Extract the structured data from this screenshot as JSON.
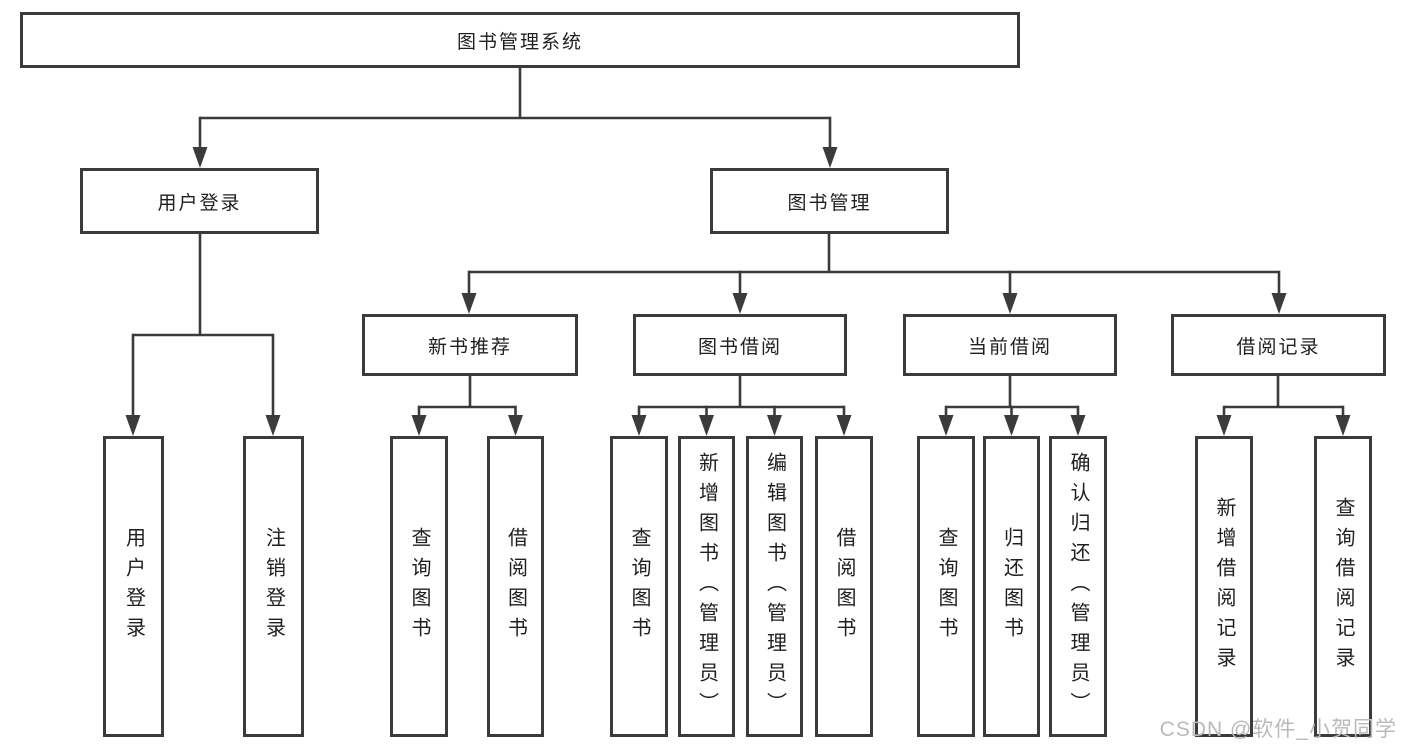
{
  "colors": {
    "line": "#3b3b3b",
    "text": "#1f1f1f",
    "watermark": "#b9babc",
    "background": "#ffffff"
  },
  "watermark": "CSDN @软件_小贺同学",
  "tree": {
    "label": "图书管理系统",
    "children": [
      {
        "label": "用户登录",
        "children": [
          {
            "label": "用户登录"
          },
          {
            "label": "注销登录"
          }
        ]
      },
      {
        "label": "图书管理",
        "children": [
          {
            "label": "新书推荐",
            "children": [
              {
                "label": "查询图书"
              },
              {
                "label": "借阅图书"
              }
            ]
          },
          {
            "label": "图书借阅",
            "children": [
              {
                "label": "查询图书"
              },
              {
                "label": "新增图书（管理员）"
              },
              {
                "label": "编辑图书（管理员）"
              },
              {
                "label": "借阅图书"
              }
            ]
          },
          {
            "label": "当前借阅",
            "children": [
              {
                "label": "查询图书"
              },
              {
                "label": "归还图书"
              },
              {
                "label": "确认归还（管理员）"
              }
            ]
          },
          {
            "label": "借阅记录",
            "children": [
              {
                "label": "新增借阅记录"
              },
              {
                "label": "查询借阅记录"
              }
            ]
          }
        ]
      }
    ]
  }
}
